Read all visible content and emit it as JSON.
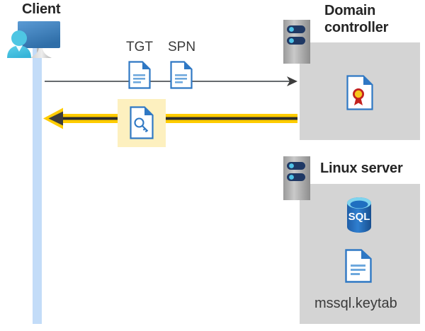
{
  "diagram": {
    "title_client": "Client",
    "title_domain_controller": "Domain controller",
    "title_domain_controller_line1": "Domain",
    "title_domain_controller_line2": "controller",
    "title_linux_server": "Linux server",
    "label_tgt": "TGT",
    "label_spn": "SPN",
    "label_keytab": "mssql.keytab",
    "label_sql": "SQL",
    "icons": {
      "client": "user-workstation-icon",
      "tgt_doc": "document-icon",
      "spn_doc": "document-icon",
      "ticket_doc": "key-document-icon",
      "certificate_doc": "certificate-document-icon",
      "sql_db": "sql-database-icon",
      "keytab_doc": "document-icon",
      "rack_dc": "server-rack-icon",
      "rack_linux": "server-rack-icon",
      "request_arrow": "arrow-right-icon",
      "response_arrow": "arrow-left-icon"
    },
    "colors": {
      "panel_gray": "#d4d4d4",
      "lifeline_blue": "#c3dcf8",
      "highlight_yellow": "#fdf0bf",
      "arrow_yellow": "#ffcc00",
      "arrow_dark": "#3c3c3c",
      "doc_blue": "#2f78c4",
      "line_gray": "#666a6e",
      "text_dark": "#252525",
      "sql_blue": "#2a6cb8",
      "cert_gold": "#f7c81e",
      "cert_red": "#c3221f"
    }
  }
}
